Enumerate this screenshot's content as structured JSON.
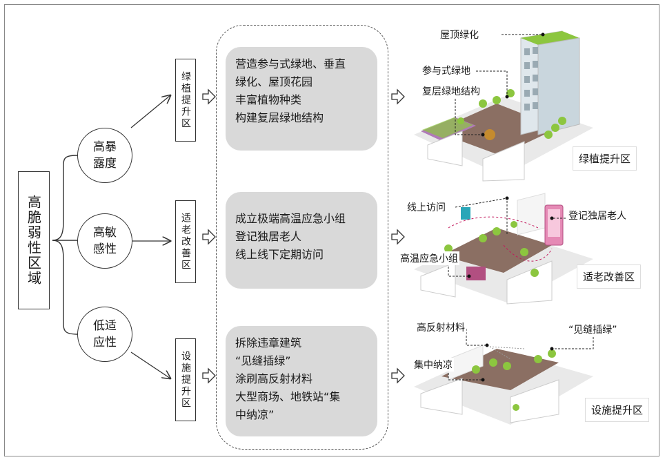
{
  "root": {
    "label": "高脆弱性区域"
  },
  "categories": [
    {
      "label_lines": [
        "高暴",
        "露度"
      ],
      "zone_label": "绿植提升区",
      "measures": [
        "营造参与式绿地、垂直",
        "绿化、屋顶花园",
        "丰富植物种类",
        "构建复层绿地结构"
      ],
      "scene_label": "绿植提升区",
      "callouts": [
        "屋顶绿化",
        "参与式绿地",
        "复层绿地结构"
      ]
    },
    {
      "label_lines": [
        "高敏",
        "感性"
      ],
      "zone_label": "适老改善区",
      "measures": [
        "成立极端高温应急小组",
        "登记独居老人",
        "线上线下定期访问"
      ],
      "scene_label": "适老改善区",
      "callouts": [
        "线上访问",
        "登记独居老人",
        "高温应急小组"
      ]
    },
    {
      "label_lines": [
        "低适",
        "应性"
      ],
      "zone_label": "设施提升区",
      "measures": [
        "拆除违章建筑",
        "“见缝插绿”",
        "涂刷高反射材料",
        "大型商场、地铁站“集",
        "中纳凉”"
      ],
      "scene_label": "设施提升区",
      "callouts": [
        "高反射材料",
        "“见缝插绿”",
        "集中纳凉"
      ]
    }
  ],
  "colors": {
    "tree": "#8cc63f",
    "ground": "#8b6f63",
    "building": "#f2f2f2",
    "panel": "#d9d9d9"
  }
}
